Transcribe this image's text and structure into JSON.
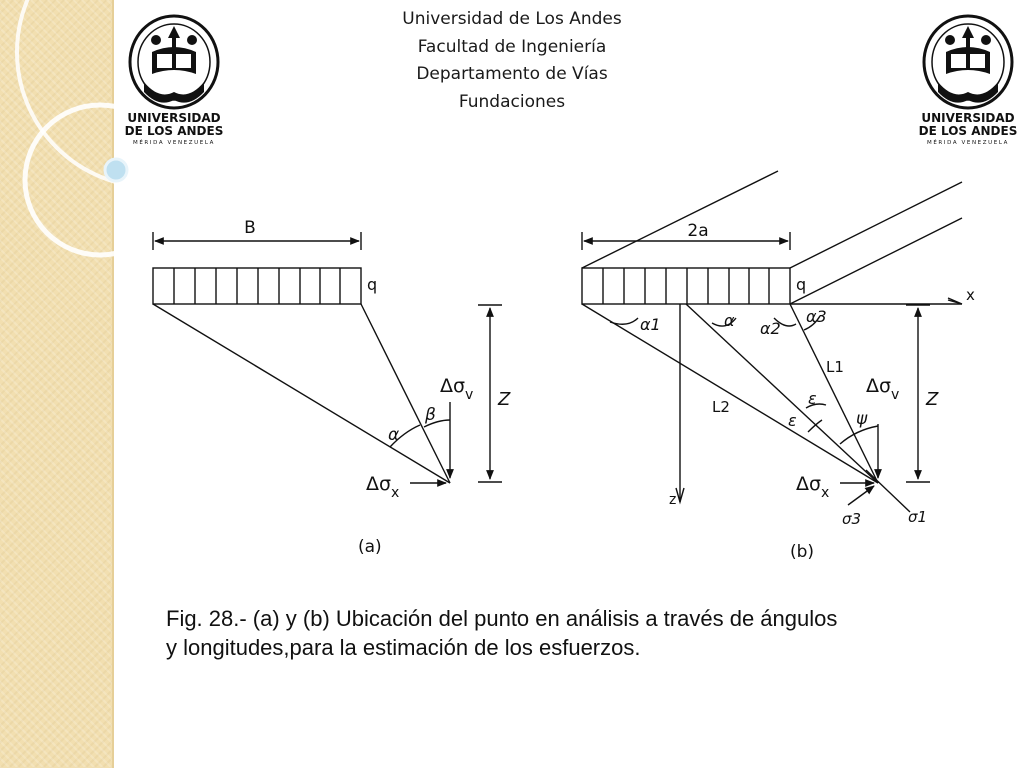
{
  "header": {
    "line1": "Universidad de Los Andes",
    "line2": "Facultad de Ingeniería",
    "line3": "Departamento de Vías",
    "line4": "Fundaciones"
  },
  "logo": {
    "name_line1": "UNIVERSIDAD",
    "name_line2": "DE LOS ANDES",
    "subtitle": "MÉRIDA VENEZUELA"
  },
  "figure_a": {
    "width_label": "B",
    "load_label": "q",
    "depth_label": "Z",
    "alpha": "α",
    "beta": "β",
    "sigma_v": "Δσ",
    "sigma_v_sub": "v",
    "sigma_x": "Δσ",
    "sigma_x_sub": "x",
    "panel": "(a)"
  },
  "figure_b": {
    "width_label": "2a",
    "load_label": "q",
    "x_axis": "x",
    "z_axis": "z",
    "depth_label": "Z",
    "alpha1": "α1",
    "alpha": "α",
    "alpha2": "α2",
    "alpha3": "α3",
    "l1": "L1",
    "l2": "L2",
    "epsilon1": "ε",
    "epsilon2": "ε",
    "psi": "ψ",
    "sigma_v": "Δσ",
    "sigma_v_sub": "v",
    "sigma_x": "Δσ",
    "sigma_x_sub": "x",
    "sigma1": "σ1",
    "sigma3": "σ3",
    "panel": "(b)"
  },
  "caption": {
    "line1": "Fig. 28.- (a) y (b)  Ubicación del punto en análisis a través de ángulos",
    "line2": "y longitudes,para la estimación de los esfuerzos."
  }
}
